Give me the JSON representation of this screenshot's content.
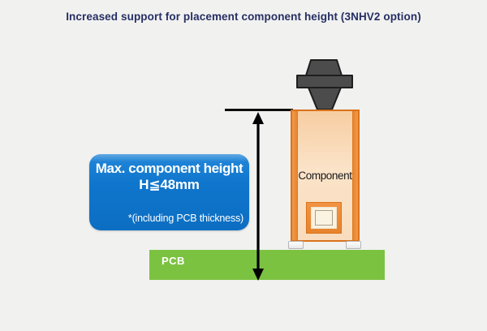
{
  "page": {
    "background_color": "#f1f1f0"
  },
  "title": {
    "text": "Increased support for placement component height (3NHV2 option)",
    "color": "#262f63"
  },
  "callout": {
    "line1": "Max. component height",
    "line2": "H≦48mm",
    "note": "*(including PCB thickness)",
    "bg_color": "#0f76cd",
    "text_color": "#ffffff"
  },
  "component": {
    "label": "Component",
    "body_color": "#fbe3c8",
    "edge_color": "#e8852d",
    "border_color": "#d9731c"
  },
  "pcb": {
    "label": "PCB",
    "color": "#7cc241",
    "text_color": "#ffffff"
  },
  "nozzle": {
    "icon": "placement-nozzle-icon",
    "fill": "#4c4c4c",
    "stroke": "#1e1e1e"
  },
  "measure": {
    "arrow_color": "#000000",
    "style": "double-headed vertical arrow from top reference line to PCB bottom"
  }
}
